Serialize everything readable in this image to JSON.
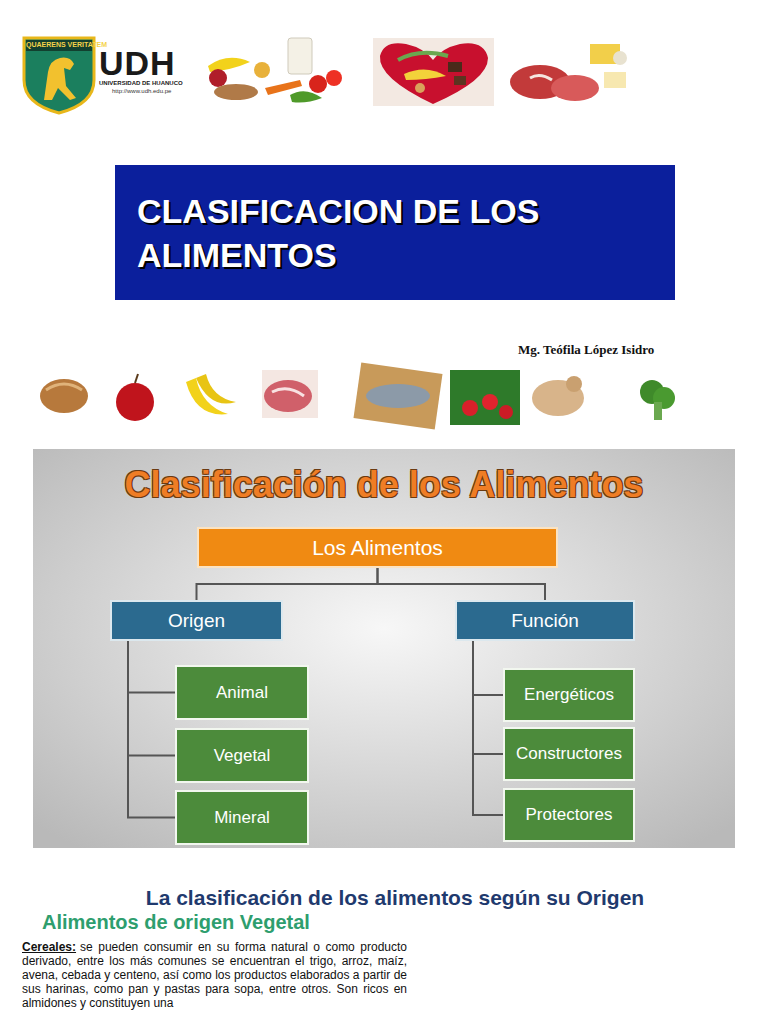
{
  "diagram": {
    "title": "Clasificación de los Alimentos",
    "nodes": [
      {
        "text": [
          "CLASIFICACION DE LOS ALIMENTOS"
        ]
      },
      {
        "text": [
          "Los Alimentos"
        ]
      },
      {
        "text": [
          "Origen"
        ]
      },
      {
        "text": [
          "Función"
        ]
      },
      {
        "text": [
          "Animal"
        ]
      },
      {
        "text": [
          "Vegetal"
        ]
      },
      {
        "text": [
          "Mineral"
        ]
      },
      {
        "text": [
          "Energéticos"
        ]
      },
      {
        "text": [
          "Constructores"
        ]
      },
      {
        "text": [
          "Protectores"
        ]
      }
    ],
    "edges": [
      {
        "from": 1,
        "to": 2,
        "arrow": "none"
      },
      {
        "from": 1,
        "to": 3,
        "arrow": "none"
      },
      {
        "from": 2,
        "to": 4,
        "arrow": "none"
      },
      {
        "from": 2,
        "to": 5,
        "arrow": "none"
      },
      {
        "from": 2,
        "to": 6,
        "arrow": "none"
      },
      {
        "from": 3,
        "to": 7,
        "arrow": "none"
      },
      {
        "from": 3,
        "to": 8,
        "arrow": "none"
      },
      {
        "from": 3,
        "to": 9,
        "arrow": "none"
      }
    ],
    "labels": [
      "QUAERENS VERITATEM",
      "UDH",
      "UNIVERSIDAD DE HUANUCO",
      "http://www.udh.edu.pe",
      "Mg. Teófila López Isidro",
      "La clasificación de los alimentos según su Origen",
      "Alimentos de origen Vegetal",
      "Cereales:",
      "se pueden consumir en su forma natural o como producto derivado, entre los más comunes se encuentran el trigo, arroz, maíz, avena, cebada y centeno, así como los productos elaborados a partir de sus harinas, como pan y pastas para sopa, entre otros. Son ricos en almidones y constituyen una"
    ]
  }
}
